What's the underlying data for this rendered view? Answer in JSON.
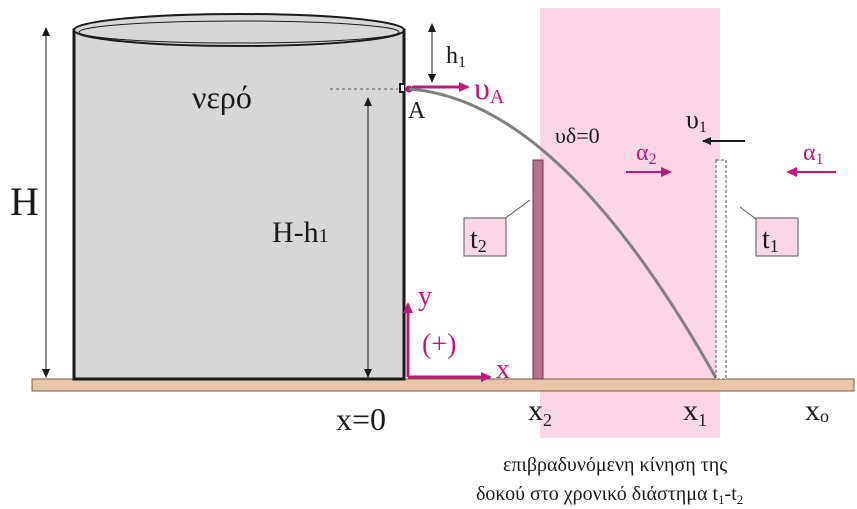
{
  "labels": {
    "water": "νερό",
    "point_a": "A",
    "height_total": "H",
    "h1": "h",
    "h1_sub": "1",
    "height_diff": "H-h",
    "height_diff_sub": "1",
    "velocity_a": "υ",
    "velocity_a_sub": "A",
    "v_zero": "υδ=0",
    "v1": "υ",
    "v1_sub": "1",
    "a2": "α",
    "a2_sub": "2",
    "a1": "α",
    "a1_sub": "1",
    "t2": "t",
    "t2_sub": "2",
    "t1": "t",
    "t1_sub": "1",
    "axis_y": "y",
    "axis_x": "x",
    "positive": "(+)",
    "x0_label": "x=0",
    "x2": "x",
    "x2_sub": "2",
    "x1": "x",
    "x1_sub": "1",
    "xo": "x",
    "xo_sub": "ο",
    "caption_line1": "επιβραδυνόμενη κίνηση της",
    "caption_line2_a": "δοκού στο χρονικό διάστημα t",
    "caption_line2_sub1": "1",
    "caption_line2_dash": "-t",
    "caption_line2_sub2": "2"
  },
  "colors": {
    "tank_fill": "#d7d7d7",
    "ground": "#e7c7a7",
    "pink_region": "#fad6e6",
    "magenta": "#c0187a",
    "beam": "#b96f8c",
    "trajectory": "#808080"
  }
}
